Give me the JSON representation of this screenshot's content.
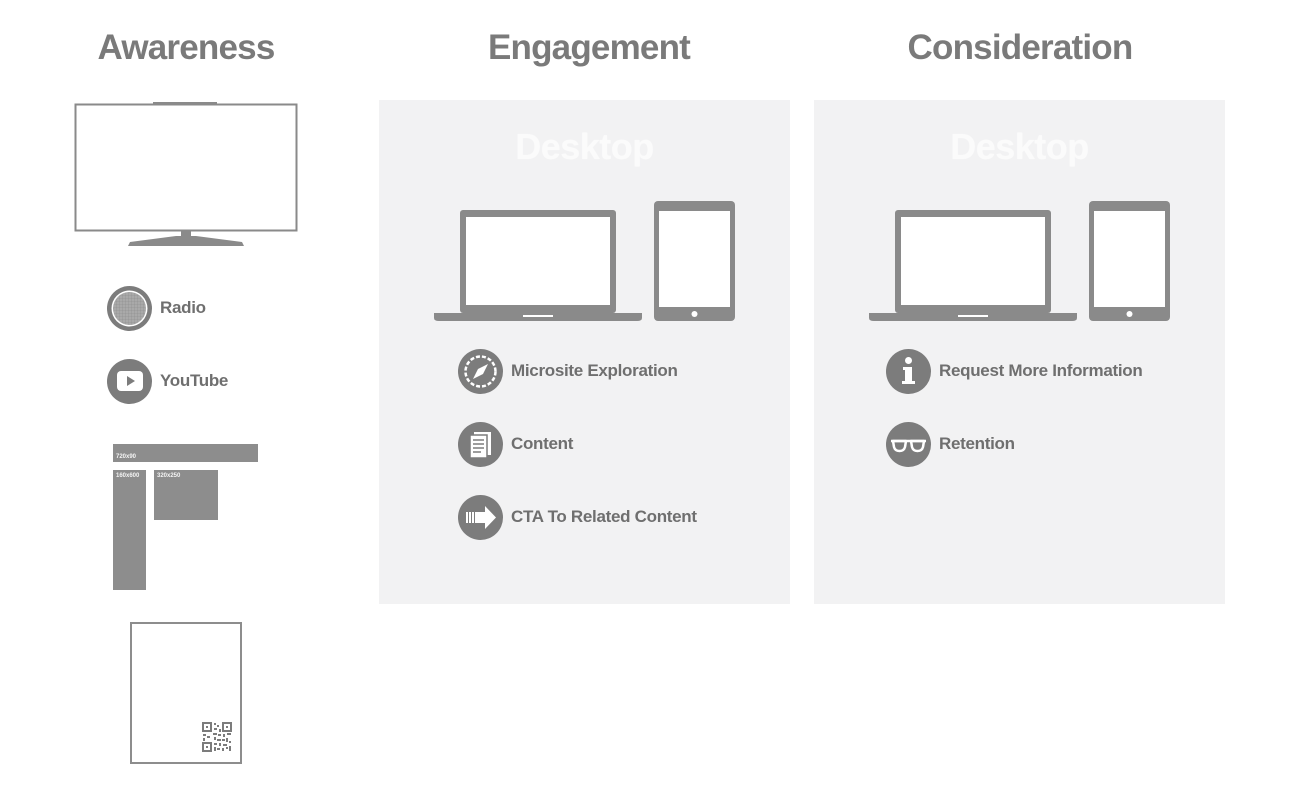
{
  "columns": {
    "awareness": {
      "title": "Awareness",
      "items": [
        {
          "label": "Radio",
          "icon": "radio-icon"
        },
        {
          "label": "YouTube",
          "icon": "youtube-play-icon"
        }
      ],
      "ad_units": [
        "720x90",
        "160x600",
        "320x250"
      ]
    },
    "engagement": {
      "title": "Engagement",
      "panel_label": "Desktop",
      "items": [
        {
          "label": "Microsite Exploration",
          "icon": "compass-icon"
        },
        {
          "label": "Content",
          "icon": "document-icon"
        },
        {
          "label": "CTA To Related Content",
          "icon": "arrow-right-icon"
        }
      ]
    },
    "consideration": {
      "title": "Consideration",
      "panel_label": "Desktop",
      "items": [
        {
          "label": "Request More Information",
          "icon": "info-icon"
        },
        {
          "label": "Retention",
          "icon": "glasses-icon"
        }
      ]
    }
  },
  "colors": {
    "icon_gray": "#7c7c7c",
    "panel_bg": "#f2f2f3",
    "text_gray": "#6f6f6f"
  }
}
